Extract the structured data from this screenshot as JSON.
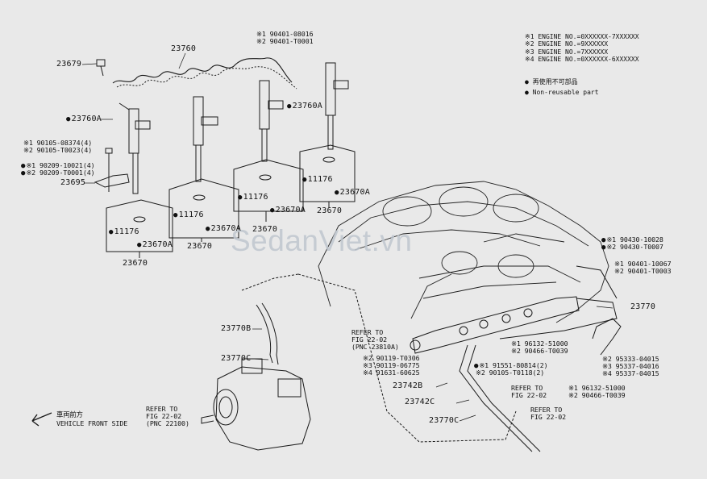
{
  "legend": {
    "engine_notes": [
      "※1 ENGINE NO.=0XXXXXX-7XXXXXX",
      "※2 ENGINE NO.=9XXXXXX",
      "※3 ENGINE NO.=7XXXXXX",
      "※4 ENGINE NO.=0XXXXXX-6XXXXXX"
    ],
    "symbols": [
      {
        "symbol": "●",
        "text": "再使用不可部品"
      },
      {
        "symbol": "●",
        "text": "Non-reusable part"
      }
    ]
  },
  "watermark": "SedanViet.vn",
  "labels": {
    "p23679": "23679",
    "p23760": "23760",
    "bolt_top": [
      "※1 90401-08016",
      "※2 90401-T0001"
    ],
    "p23760A_r": "23760A",
    "p23760A_l": "23760A",
    "bolts_left_a": [
      "※1 90105-08374(4)",
      "※2 90105-T0023(4)"
    ],
    "bolts_left_b": [
      "※1 90209-10021(4)",
      "※2 90209-T0001(4)"
    ],
    "p23695": "23695",
    "box1": {
      "a": "11176",
      "b": "23670A",
      "c": "23670"
    },
    "box2": {
      "a": "11176",
      "b": "23670A",
      "c": "23670"
    },
    "box3": {
      "a": "11176",
      "b": "23670A",
      "c": "23670"
    },
    "box4": {
      "a": "11176",
      "b": "23670A",
      "c": "23670"
    },
    "right_top_a": [
      "※1 90430-10028",
      "※2 90430-T0007"
    ],
    "right_top_b": [
      "※1 90401-10067",
      "※2 90401-T0003"
    ],
    "p23770": "23770",
    "refer_2381": [
      "REFER TO",
      "FIG 22-02",
      "(PNC 23810A)"
    ],
    "mid_bolts": [
      "※2 90119-T0306",
      "※3 90119-06775",
      "※4 91631-60625"
    ],
    "mid_right_a": [
      "※1 96132-51000",
      "※2 90466-T0039"
    ],
    "mid_right_b": [
      "※1 91551-80814(2)",
      "※2 90105-T0118(2)"
    ],
    "right_bot": [
      "※2 95333-04015",
      "※3 95337-04016",
      "※4 95337-04015"
    ],
    "p23742B": "23742B",
    "p23742C": "23742C",
    "p23770C_b": "23770C",
    "low_right": [
      "※1 96132-51000",
      "※2 90466-T0039"
    ],
    "refer_a": [
      "REFER TO",
      "FIG 22-02"
    ],
    "refer_b": [
      "REFER TO",
      "FIG 22-02"
    ],
    "p23770B": "23770B",
    "p23770C": "23770C",
    "refer_pump": [
      "REFER TO",
      "FIG 22-02",
      "(PNC 22100)"
    ],
    "vehicle_front": [
      "車両前方",
      "VEHICLE FRONT SIDE"
    ]
  },
  "colors": {
    "background": "#e9e9e9",
    "ink": "#111111",
    "watermark": "#bfc6cf"
  }
}
